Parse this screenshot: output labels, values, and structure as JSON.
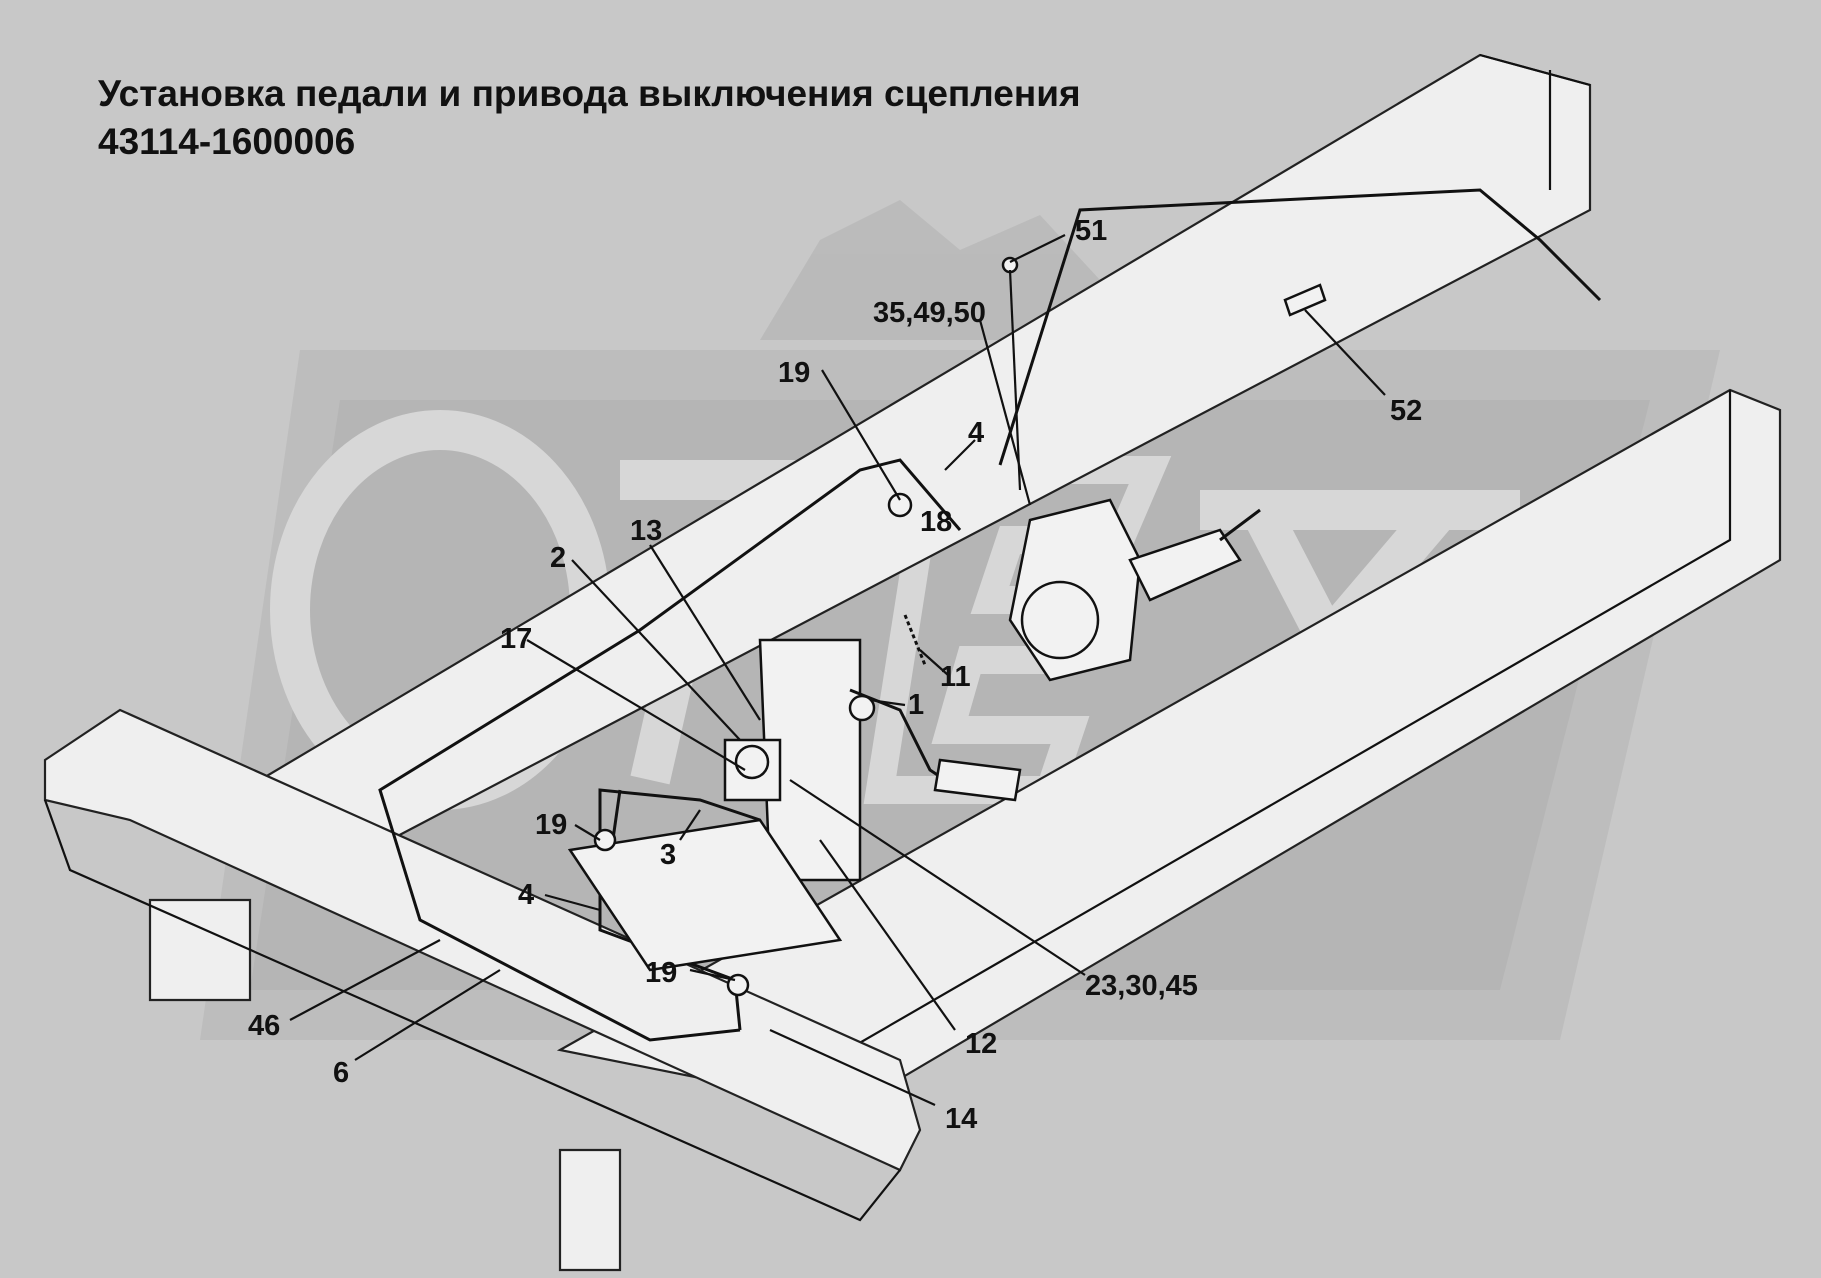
{
  "title": {
    "line1": "Установка педали и привода выключения сцепления",
    "line2": "43114-1600006"
  },
  "watermark": {
    "text": "OPEX"
  },
  "callouts": [
    {
      "id": "c51",
      "text": "51"
    },
    {
      "id": "c35",
      "text": "35,49,50"
    },
    {
      "id": "c52",
      "text": "52"
    },
    {
      "id": "c19a",
      "text": "19"
    },
    {
      "id": "c4a",
      "text": "4"
    },
    {
      "id": "c18",
      "text": "18"
    },
    {
      "id": "c13",
      "text": "13"
    },
    {
      "id": "c2",
      "text": "2"
    },
    {
      "id": "c17",
      "text": "17"
    },
    {
      "id": "c11",
      "text": "11"
    },
    {
      "id": "c1",
      "text": "1"
    },
    {
      "id": "c19b",
      "text": "19"
    },
    {
      "id": "c3",
      "text": "3"
    },
    {
      "id": "c4b",
      "text": "4"
    },
    {
      "id": "c19c",
      "text": "19"
    },
    {
      "id": "c23",
      "text": "23,30,45"
    },
    {
      "id": "c46",
      "text": "46"
    },
    {
      "id": "c6",
      "text": "6"
    },
    {
      "id": "c12",
      "text": "12"
    },
    {
      "id": "c14",
      "text": "14"
    }
  ]
}
